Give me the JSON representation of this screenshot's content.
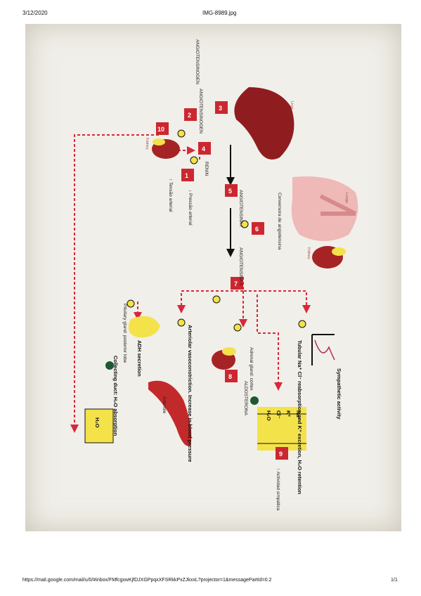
{
  "page": {
    "header_date": "3/12/2020",
    "header_title": "IMG-8989.jpg",
    "footer_url": "https://mail.google.com/mail/u/0/#inbox/FMfcgxwKjfDJXGPpqxXFSRkkPxZJkxxL?projector=1&messagePartId=0.2",
    "footer_page": "1/1"
  },
  "diagram": {
    "liver_label": "Liver",
    "lungs_label": "Lungs",
    "kidney_label": "Kidney",
    "kidney2_label": "Kidney",
    "angiotensinogen": "ANGIOTENSINOGEN",
    "renin": "RENIN",
    "stimulus_1": "↓ Pressão arterial",
    "stimulus_2": "↑ Tensão arterial",
    "angiotensin_i": "ANGIOTENSINA I",
    "angiotensin_ii": "ANGIOTENSINA II",
    "ace_text": "Conversora de angiotensina",
    "sympathetic": "Sympathetic activity",
    "tubular": "Tubular Na⁺ Cl⁻ reabsorption and K⁺ excretion, H₂O retention",
    "adrenal_gland": "Adrenal gland: cortex",
    "aldosterone": "ALDOSTERONA",
    "arteriolar": "Arteriolar vasoconstriction. Increase in blood pressure",
    "arteriole": "Arteriole",
    "pituitary": "Pituitary gland: posterior lobe",
    "adh": "ADH secretion",
    "collecting": "Collecting duct: H₂O absorption",
    "increase_sympathetic": "↑ Actividad simpática",
    "ions": [
      "Na⁺",
      "K⁺",
      "Cl⁻",
      "H₂O"
    ],
    "h2o_box": "H₂O",
    "numbers": [
      "1",
      "2",
      "3",
      "4",
      "5",
      "6",
      "7",
      "8",
      "9",
      "10"
    ]
  },
  "colors": {
    "red": "#cc2730",
    "dashed": "#d8283a",
    "yellow": "#f3e24a",
    "liver": "#8f1d1f",
    "kidney": "#a62325",
    "lungs": "#efb9b8"
  }
}
